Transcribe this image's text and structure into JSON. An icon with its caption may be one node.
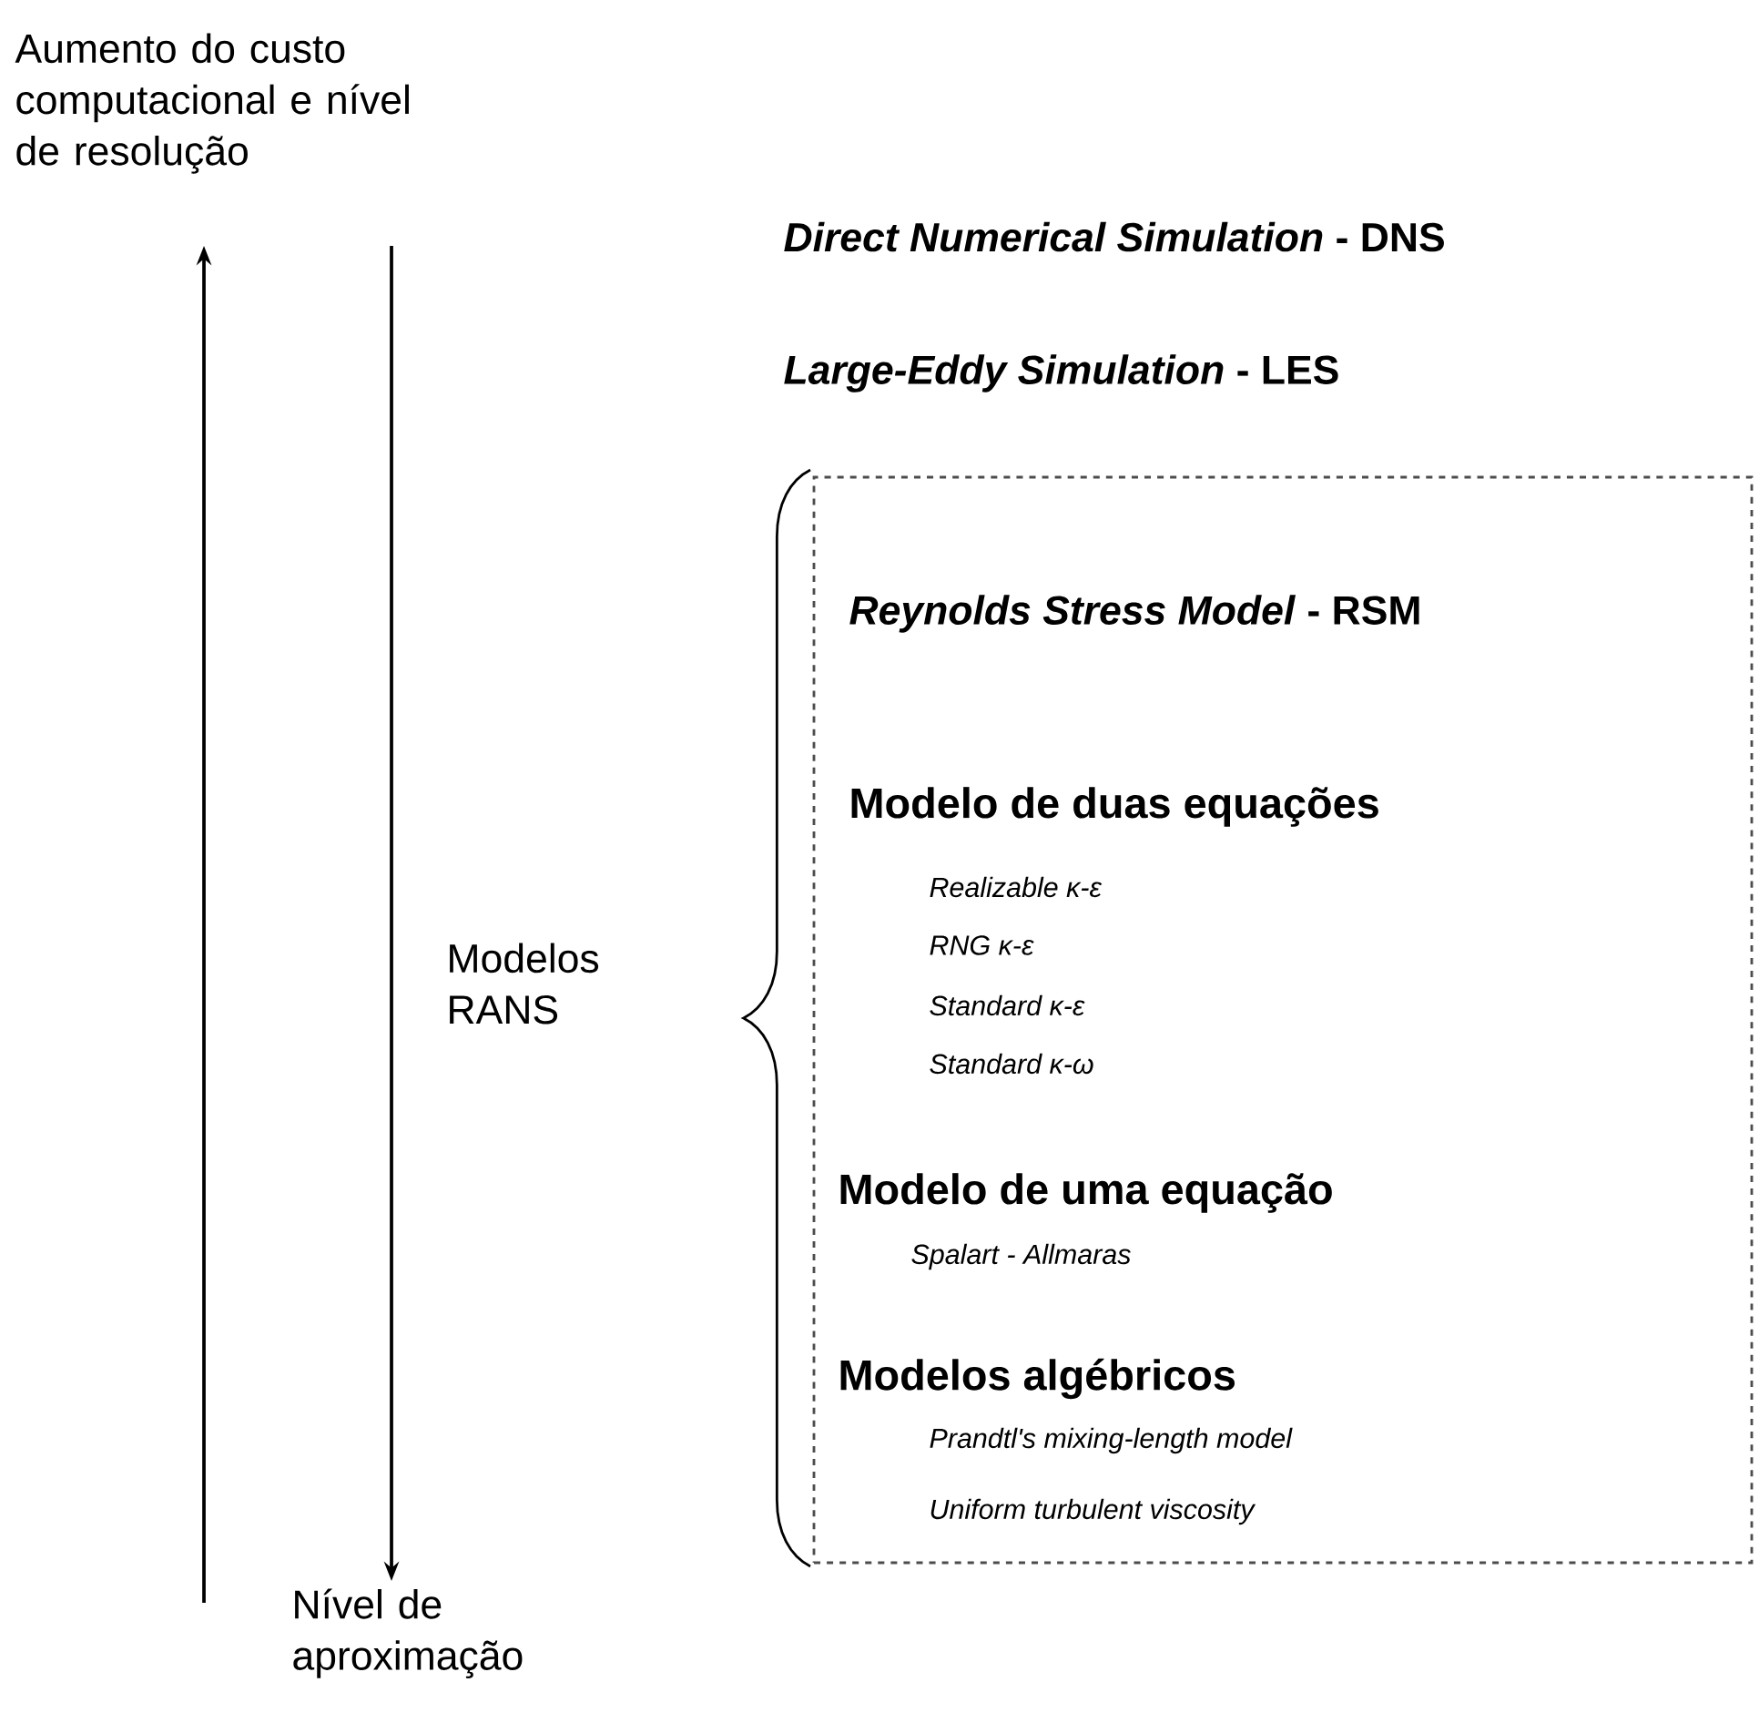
{
  "diagram": {
    "nodes": [
      {
        "text": [
          "*Reynolds Stress Model* - RSM",
          "Modelo de duas equações",
          "Realizable κ-ε",
          "RNG κ-ε",
          "Standard κ-ε",
          "Standard κ-ω",
          "Modelo de uma equação",
          "Spalart - Allmaras",
          "Modelos algébricos",
          "Prandtl's mixing-length model",
          "Uniform turbulent viscosity"
        ]
      }
    ],
    "labels": [
      "Aumento do custo computacional e nível de resolução",
      "*Direct Numerical Simulation* - DNS",
      "*Large-Eddy Simulation* - LES",
      "Modelos RANS",
      "Nível de aproximação"
    ]
  }
}
